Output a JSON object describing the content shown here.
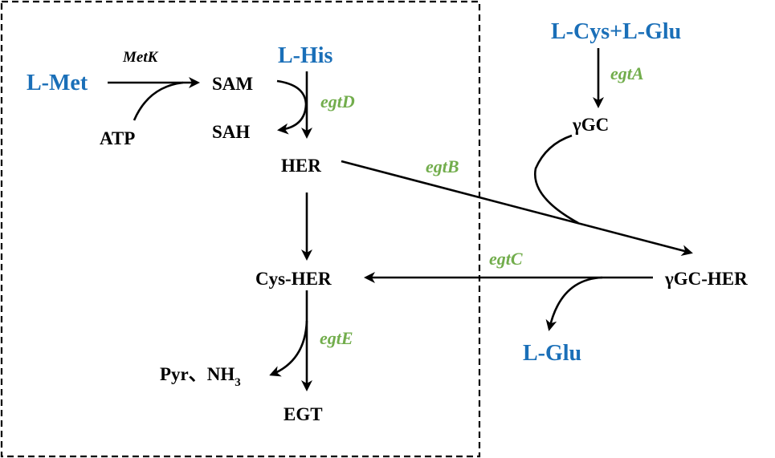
{
  "diagram": {
    "title": "Ergothioneine (EGT) biosynthesis pathway",
    "colors": {
      "substrate": "#1a6fb8",
      "enzyme": "#72ad4c",
      "intermediate": "#000000"
    },
    "nodes": {
      "l_met": "L-Met",
      "atp": "ATP",
      "sam": "SAM",
      "sah": "SAH",
      "l_his": "L-His",
      "her": "HER",
      "cys_her": "Cys-HER",
      "pyr_nh3": "Pyr、NH",
      "nh3_subscript": "3",
      "egt": "EGT",
      "l_cys_l_glu": "L-Cys+L-Glu",
      "ggc": "γGC",
      "ggc_her": "γGC-HER",
      "l_glu": "L-Glu"
    },
    "enzymes": {
      "metk": "MetK",
      "egtd": "egtD",
      "egta": "egtA",
      "egtb": "egtB",
      "egtc": "egtC",
      "egte": "egtE"
    },
    "edges": [
      {
        "from": "L-Met",
        "to": "SAM",
        "enzyme": "MetK",
        "cofactor": "ATP"
      },
      {
        "from": "L-His",
        "to": "HER",
        "enzyme": "egtD",
        "cofactor": "SAM",
        "byproduct": "SAH"
      },
      {
        "from": "L-Cys+L-Glu",
        "to": "γGC",
        "enzyme": "egtA"
      },
      {
        "from": "HER",
        "to": "γGC-HER",
        "enzyme": "egtB",
        "cofactor": "γGC"
      },
      {
        "from": "γGC-HER",
        "to": "Cys-HER",
        "enzyme": "egtC",
        "byproduct": "L-Glu"
      },
      {
        "from": "HER",
        "to": "Cys-HER"
      },
      {
        "from": "Cys-HER",
        "to": "EGT",
        "enzyme": "egtE",
        "byproduct": "Pyr、NH3"
      }
    ]
  }
}
